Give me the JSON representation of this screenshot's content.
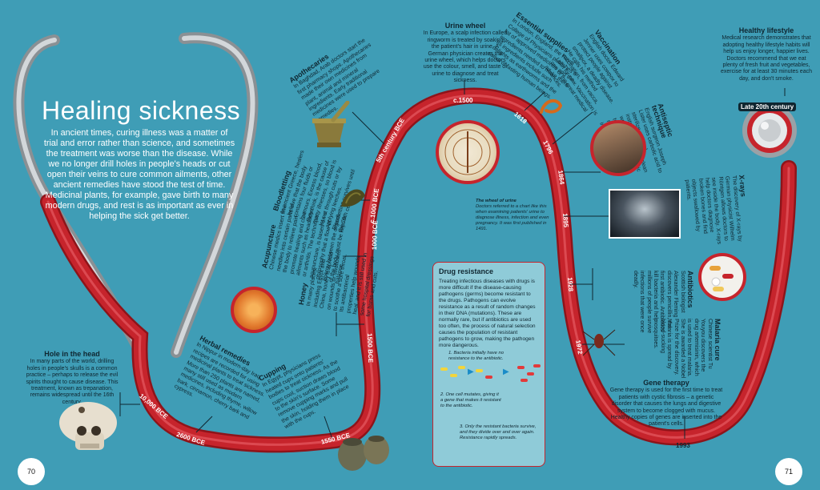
{
  "page": {
    "title": "Healing sickness",
    "intro": "In ancient times, curing illness was a matter of trial and error rather than science, and sometimes the treatment was worse than the disease. While we no longer drill holes in people's heads or cut open their veins to cure common ailments, other ancient remedies have stood the test of time. Medicinal plants, for example, gave birth to many modern drugs, and rest is as important as ever in helping the sick get better.",
    "page_left": "70",
    "page_right": "71"
  },
  "colors": {
    "background": "#3f9db6",
    "tube": "#c6242c",
    "tube_highlight": "#e04a52",
    "metal": "#b7bcc0",
    "panel": "#8fcbd8"
  },
  "dates": [
    "10,000 BCE",
    "2600 BCE",
    "1550 BCE",
    "1500 BCE",
    "1000 BCE",
    "c.1000 BCE",
    "5th century BCE",
    "c.1500",
    "1618",
    "1796",
    "1864",
    "1895",
    "1928",
    "1972",
    "1993",
    "Late 20th century"
  ],
  "topics": {
    "hole": {
      "title": "Hole in the head",
      "text": "In many parts of the world, drilling holes in people's skulls is a common practice – perhaps to release the evil spirits thought to cause disease. This treatment, known as trepanation, remains widespread until the 16th century."
    },
    "herbal": {
      "title": "Herbal remedies",
      "text": "In Nippur in modern-day Iraq, recipes are recorded for using medicinal plants to treat sickness. More than 250 plants are named, many still used as modern medicines, including thyme, willow bark, cinnamon, cherry bark and cypress."
    },
    "cupping": {
      "title": "Cupping",
      "text": "In Egypt, physicians press heated cups onto patients' bodies to treat sickness. As the cups cool, suction draws blood to the skin's surface. Some remove cupping marks and pull the skin, holding them in place with the cups."
    },
    "honey": {
      "title": "Honey",
      "text": "In many places, including Egypt and China, honey is spread on wounds or swallowed to soothe a sore throat. Its antibacterial properties help wounds heal, and it is still used in some hospital dressings for burns and cuts."
    },
    "acupuncture": {
      "title": "Acupuncture",
      "text": "Chinese medics insert fine needles into certain parts of the body to relieve pain, promote healing and cure ailments such as headache or arthritis. The technique, acupuncture, is based on a philosophy that a flow of energy between the organs of the body must be kept in balance."
    },
    "bloodletting": {
      "title": "Bloodletting",
      "text": "In ancient Greece, healers believe that the body contains four fluids or humours. Excess blood, they think, is the cause of many illnesses, so blood is let out through cuts or by applying leeches. Bloodletting survives until the 19th century."
    },
    "apothecaries": {
      "title": "Apothecaries",
      "text": "In Baghdad, Arab doctors start the first pharmacy shops. Apothecaries made their own medicines from plant, animal and mineral ingredients. Early traditional medicines were used to prepare remedies."
    },
    "urine": {
      "title": "Urine wheel",
      "text": "In Europe, a scalp infection called ringworm is treated by soaking the patient's hair in urine. A German physician creates the urine wheel, which helps doctors use the colour, smell, and taste of urine to diagnose and treat sickness."
    },
    "wheel_caption": {
      "title": "The wheel of urine",
      "text": "Doctors referred to a chart like this when examining patients' urine to diagnose illness, infection and even pregnancy. It was first published in 1491."
    },
    "supplies": {
      "title": "Essential supplies",
      "text": "In London, England, the Royal College of Physicians publishes a list of approved medicines and the ingredients needed to make them. Its ingredients include such delights as earthworms and the saliva of fasting human beings."
    },
    "vaccination": {
      "title": "Vaccination",
      "text": "English doctor Edward Jenner uses cowpox to protect people against smallpox, a deadly disease. He calls his method vaccination, from vacca, Latin for cow. Vaccination is one of the great medical advances."
    },
    "antiseptic": {
      "title": "Antiseptic technique",
      "text": "English surgeon Joseph Lister uses carbolic acid to sterilize surgical instruments and to clean wounds. This antiseptic technique dramatically reduces the rate of infection after surgery."
    },
    "xrays": {
      "title": "X-rays",
      "text": "The discovery of X-rays by German physicist Wilhelm Röntgen allows doctors to see inside the body. X-rays help doctors diagnose broken bones and find objects swallowed by patients."
    },
    "antibiotics": {
      "title": "Antibiotics",
      "text": "Scottish biologist Alexander Fleming discovers penicillin, the first antibiotic. Antibiotics kill bacteria and help millions of people survive infections that were once deadly."
    },
    "malaria": {
      "title": "Malaria cure",
      "text": "Chinese scientist Tu Youyou discovers the drug artemisinin, which is used to treat malaria. She is awarded a Nobel Prize for the discovery. Malaria is spread by blood-sucking mosquitoes."
    },
    "gene": {
      "title": "Gene therapy",
      "text": "Gene therapy is used for the first time to treat patients with cystic fibrosis – a genetic disorder that causes the lungs and digestive system to become clogged with mucus. Healthy copies of genes are inserted into the patient's cells."
    },
    "lifestyle": {
      "title": "Healthy lifestyle",
      "text": "Medical research demonstrates that adopting healthy lifestyle habits will help us enjoy longer, happier lives. Doctors recommend that we eat plenty of fresh fruit and vegetables, exercise for at least 30 minutes each day, and don't smoke."
    }
  },
  "drug_resistance": {
    "title": "Drug resistance",
    "text": "Treating infectious diseases with drugs is more difficult if the disease-causing pathogens (germs) become resistant to the drugs. Pathogens can evolve resistance as a result of random changes in their DNA (mutations). These are normally rare, but if antibiotics are used too often, the process of natural selection causes the population of resistant pathogens to grow, making the pathogen more dangerous.",
    "step1": "1. Bacteria initially have no resistance to the antibiotic.",
    "step2": "2. One cell mutates, giving it a gene that makes it resistant to the antibiotic.",
    "step3": "3. Only the resistant bacteria survive, and they divide over and over again. Resistance rapidly spreads."
  }
}
